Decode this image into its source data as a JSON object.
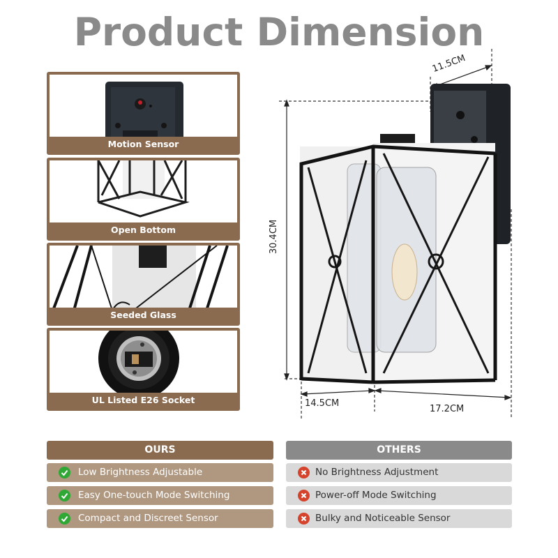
{
  "title": "Product Dimension",
  "features": [
    {
      "label": "Motion Sensor",
      "image": "motion-sensor-closeup"
    },
    {
      "label": "Open Bottom",
      "image": "open-bottom-closeup"
    },
    {
      "label": "Seeded Glass",
      "image": "seeded-glass-closeup"
    },
    {
      "label": "UL Listed E26 Socket",
      "image": "e26-socket-closeup"
    }
  ],
  "dimensions": {
    "depth_top": "11.5CM",
    "height": "30.4CM",
    "width_front": "14.5CM",
    "width_side": "17.2CM"
  },
  "comparison": {
    "ours": {
      "header": "OURS",
      "icon": "check-icon",
      "items": [
        "Low Brightness Adjustable",
        "Easy One-touch Mode Switching",
        "Compact and Discreet Sensor"
      ]
    },
    "others": {
      "header": "OTHERS",
      "icon": "x-icon",
      "items": [
        "No Brightness Adjustment",
        "Power-off Mode Switching",
        "Bulky and Noticeable Sensor"
      ]
    }
  },
  "colors": {
    "brown": "#8b6b50",
    "brown_light": "#b09880",
    "gray_header": "#8a8a8a",
    "gray_row": "#d9d9d9",
    "check_green": "#2fa836",
    "x_red": "#d6432c"
  }
}
